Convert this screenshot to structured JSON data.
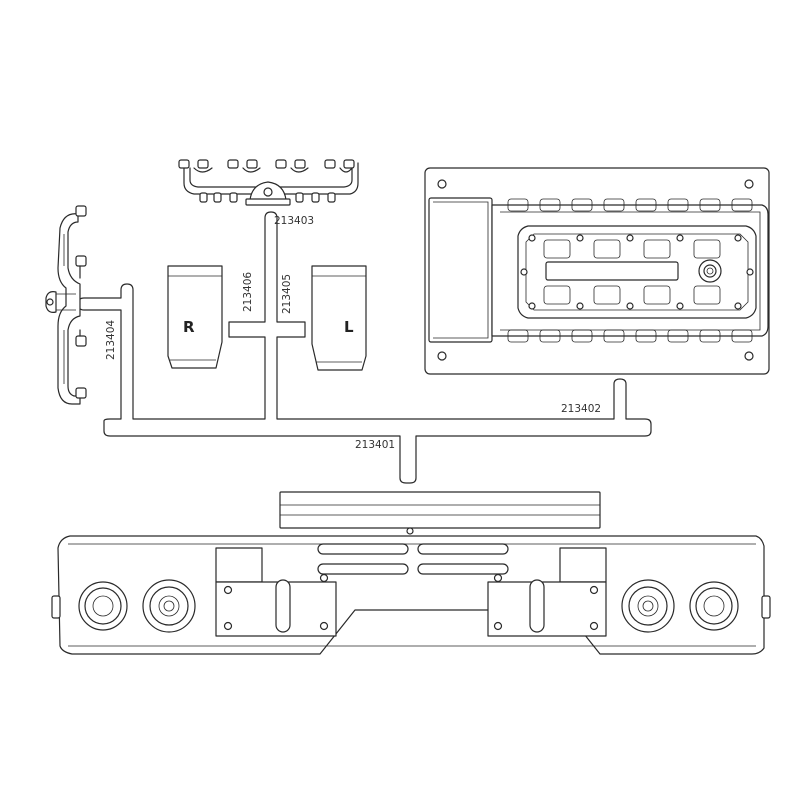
{
  "labels": {
    "p213401": "213401",
    "p213402": "213402",
    "p213403": "213403",
    "p213404": "213404",
    "p213405": "213405",
    "p213406": "213406"
  },
  "markers": {
    "right": "R",
    "left": "L"
  },
  "colors": {
    "line": "#2a2a2a",
    "background": "#ffffff"
  }
}
